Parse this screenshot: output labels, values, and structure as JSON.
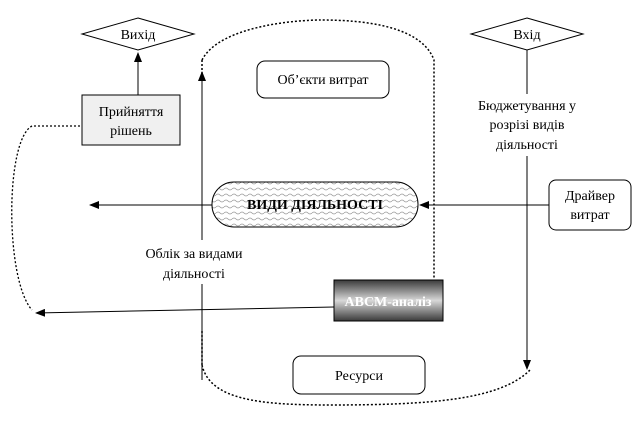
{
  "nodes": {
    "output": "Вихід",
    "input": "Вхід",
    "decision_line1": "Прийняття",
    "decision_line2": "рішень",
    "cost_objects": "Об’єкти витрат",
    "activities": "ВИДИ ДІЯЛЬНОСТІ",
    "cost_driver_line1": "Драйвер",
    "cost_driver_line2": "витрат",
    "abcm": "АВСМ-аналіз",
    "resources": "Ресурси"
  },
  "labels": {
    "budgeting_line1": "Бюджетування у",
    "budgeting_line2": "розрізі видів",
    "budgeting_line3": "діяльності",
    "accounting_line1": "Облік за видами",
    "accounting_line2": "діяльності"
  }
}
